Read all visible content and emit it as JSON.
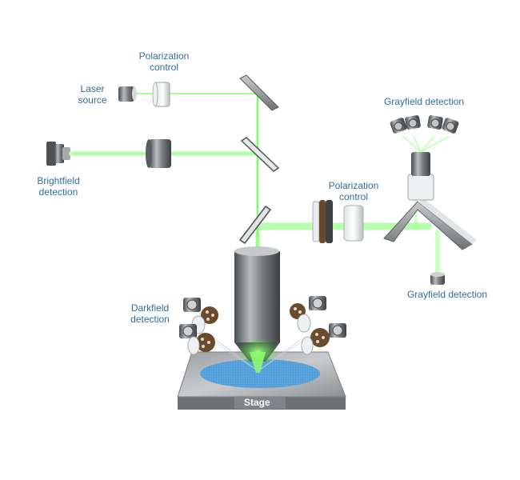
{
  "labels": {
    "polarization_control_top": [
      "Polarization",
      "control"
    ],
    "laser_source": [
      "Laser",
      "source"
    ],
    "brightfield_detection": [
      "Brightfield",
      "detection"
    ],
    "grayfield_detection_top": "Grayfield detection",
    "polarization_control_right": [
      "Polarization",
      "control"
    ],
    "darkfield_detection": [
      "Darkfield",
      "detection"
    ],
    "grayfield_detection_bottom": "Grayfield detection",
    "stage": "Stage"
  },
  "colors": {
    "label_text": "#2f6e9c",
    "laser_beam": "#7dff6a",
    "wafer": "#5aa6e0",
    "metal": "#8a8d90"
  },
  "icons": [
    "camera-icon",
    "lens-icon",
    "mirror-icon",
    "objective-icon",
    "filter-wheel-icon",
    "stage-icon"
  ]
}
